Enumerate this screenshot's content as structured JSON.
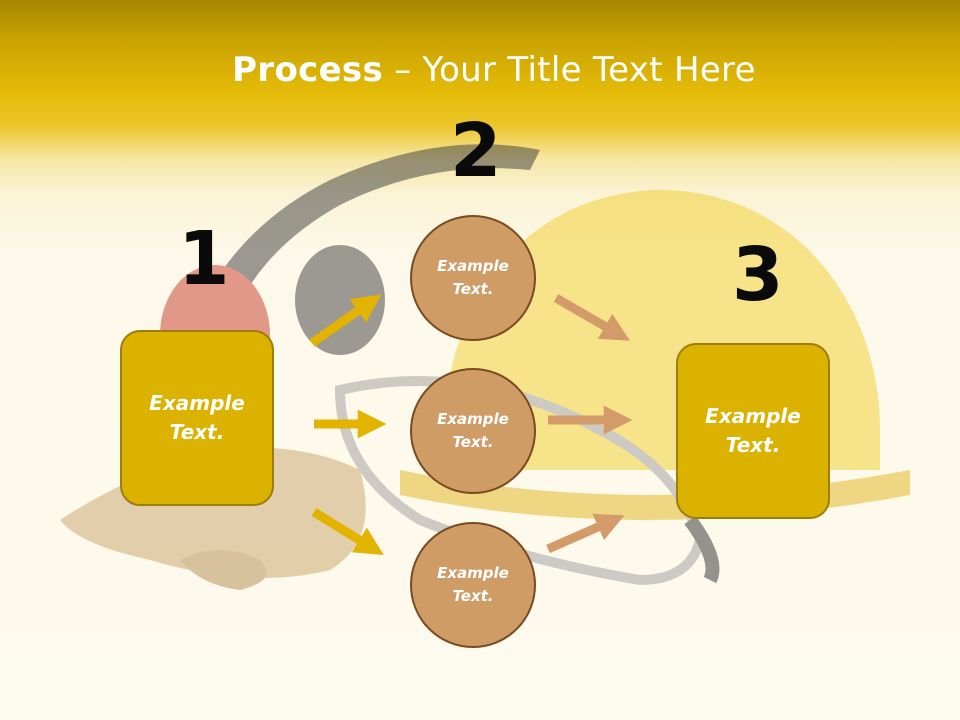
{
  "title": {
    "bold": "Process",
    "rest": " – Your Title Text Here"
  },
  "steps": [
    {
      "number": "1",
      "text_line1": "Example",
      "text_line2": "Text."
    },
    {
      "number": "2",
      "items": [
        {
          "text_line1": "Example",
          "text_line2": "Text."
        },
        {
          "text_line1": "Example",
          "text_line2": "Text."
        },
        {
          "text_line1": "Example",
          "text_line2": "Text."
        }
      ]
    },
    {
      "number": "3",
      "text_line1": "Example",
      "text_line2": "Text."
    }
  ],
  "colors": {
    "header": "#e6bc0a",
    "box_fill": "#dcb200",
    "circle_fill": "#cf9c66",
    "arrow_gold": "#e2b300",
    "arrow_brown": "#d49b6a"
  }
}
